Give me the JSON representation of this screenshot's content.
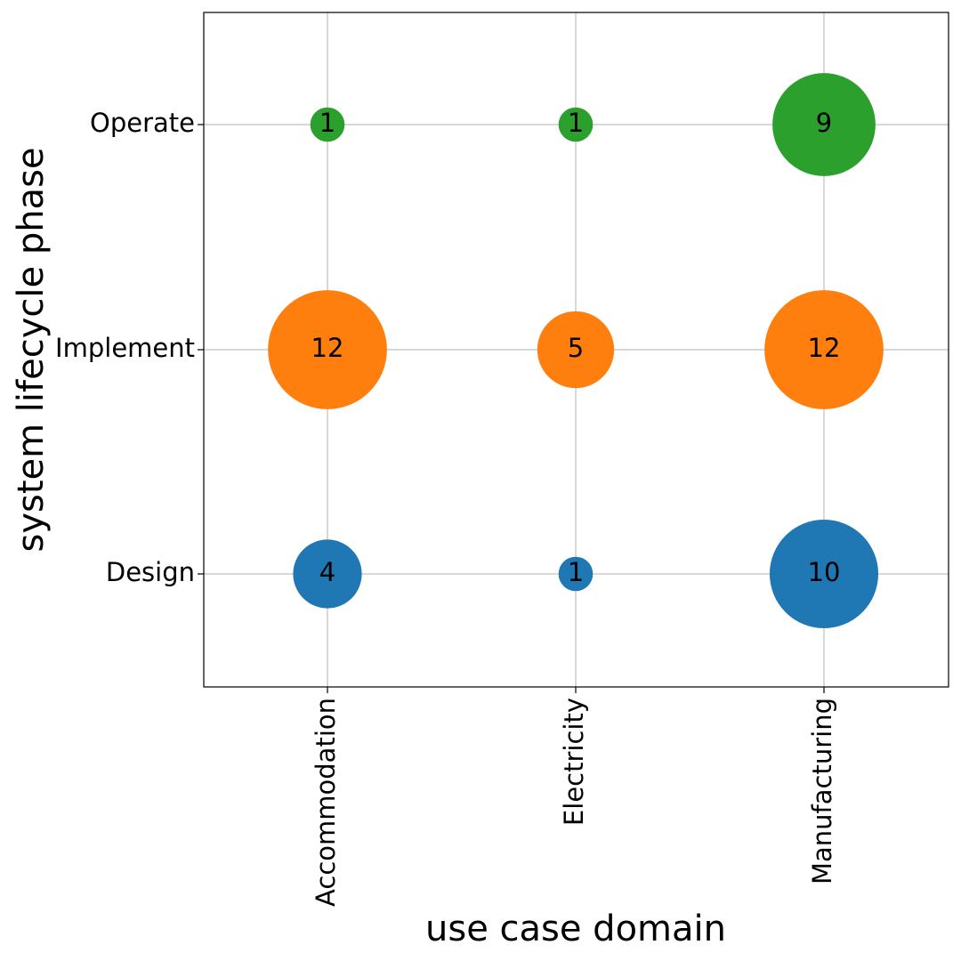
{
  "chart_data": {
    "type": "scatter",
    "subtype": "bubble",
    "title": "",
    "xlabel": "use case domain",
    "ylabel": "system lifecycle phase",
    "categories": [
      "Accommodation",
      "Electricity",
      "Manufacturing"
    ],
    "y_categories": [
      "Design",
      "Implement",
      "Operate"
    ],
    "grid": true,
    "series": [
      {
        "phase": "Design",
        "color": "#1f77b4",
        "values": [
          4,
          1,
          10
        ]
      },
      {
        "phase": "Implement",
        "color": "#ff7f0e",
        "values": [
          12,
          5,
          12
        ]
      },
      {
        "phase": "Operate",
        "color": "#2ca02c",
        "values": [
          1,
          1,
          9
        ]
      }
    ]
  }
}
